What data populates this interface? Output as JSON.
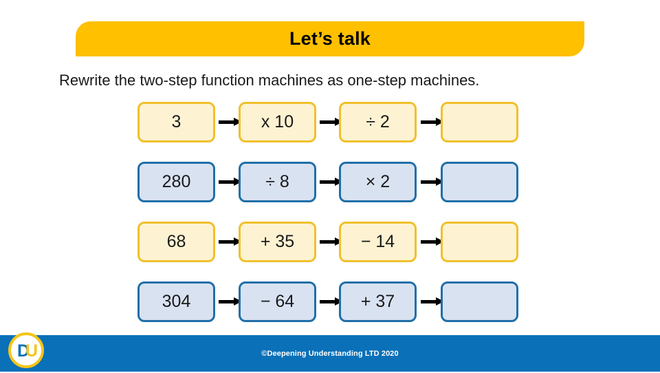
{
  "slide": {
    "title": "Let’s talk",
    "instruction": "Rewrite the two-step function machines as one-step machines.",
    "colors": {
      "banner": "#FFC000",
      "yellow_border": "#F0C02B",
      "yellow_fill": "#FDF3D2",
      "blue_border": "#1F6FA8",
      "blue_fill": "#D9E2F1",
      "footer": "#0A70B8"
    }
  },
  "machines": {
    "rows": [
      {
        "theme": "yellow",
        "start": "3",
        "op1": "x 10",
        "op2": "÷ 2",
        "result": ""
      },
      {
        "theme": "blue",
        "start": "280",
        "op1": "÷ 8",
        "op2": "× 2",
        "result": ""
      },
      {
        "theme": "yellow",
        "start": "68",
        "op1": "+ 35",
        "op2": "− 14",
        "result": ""
      },
      {
        "theme": "blue",
        "start": "304",
        "op1": "− 64",
        "op2": "+ 37",
        "result": ""
      }
    ]
  },
  "footer": {
    "copyright": "©Deepening Understanding LTD 2020",
    "logo_text": "DU"
  }
}
